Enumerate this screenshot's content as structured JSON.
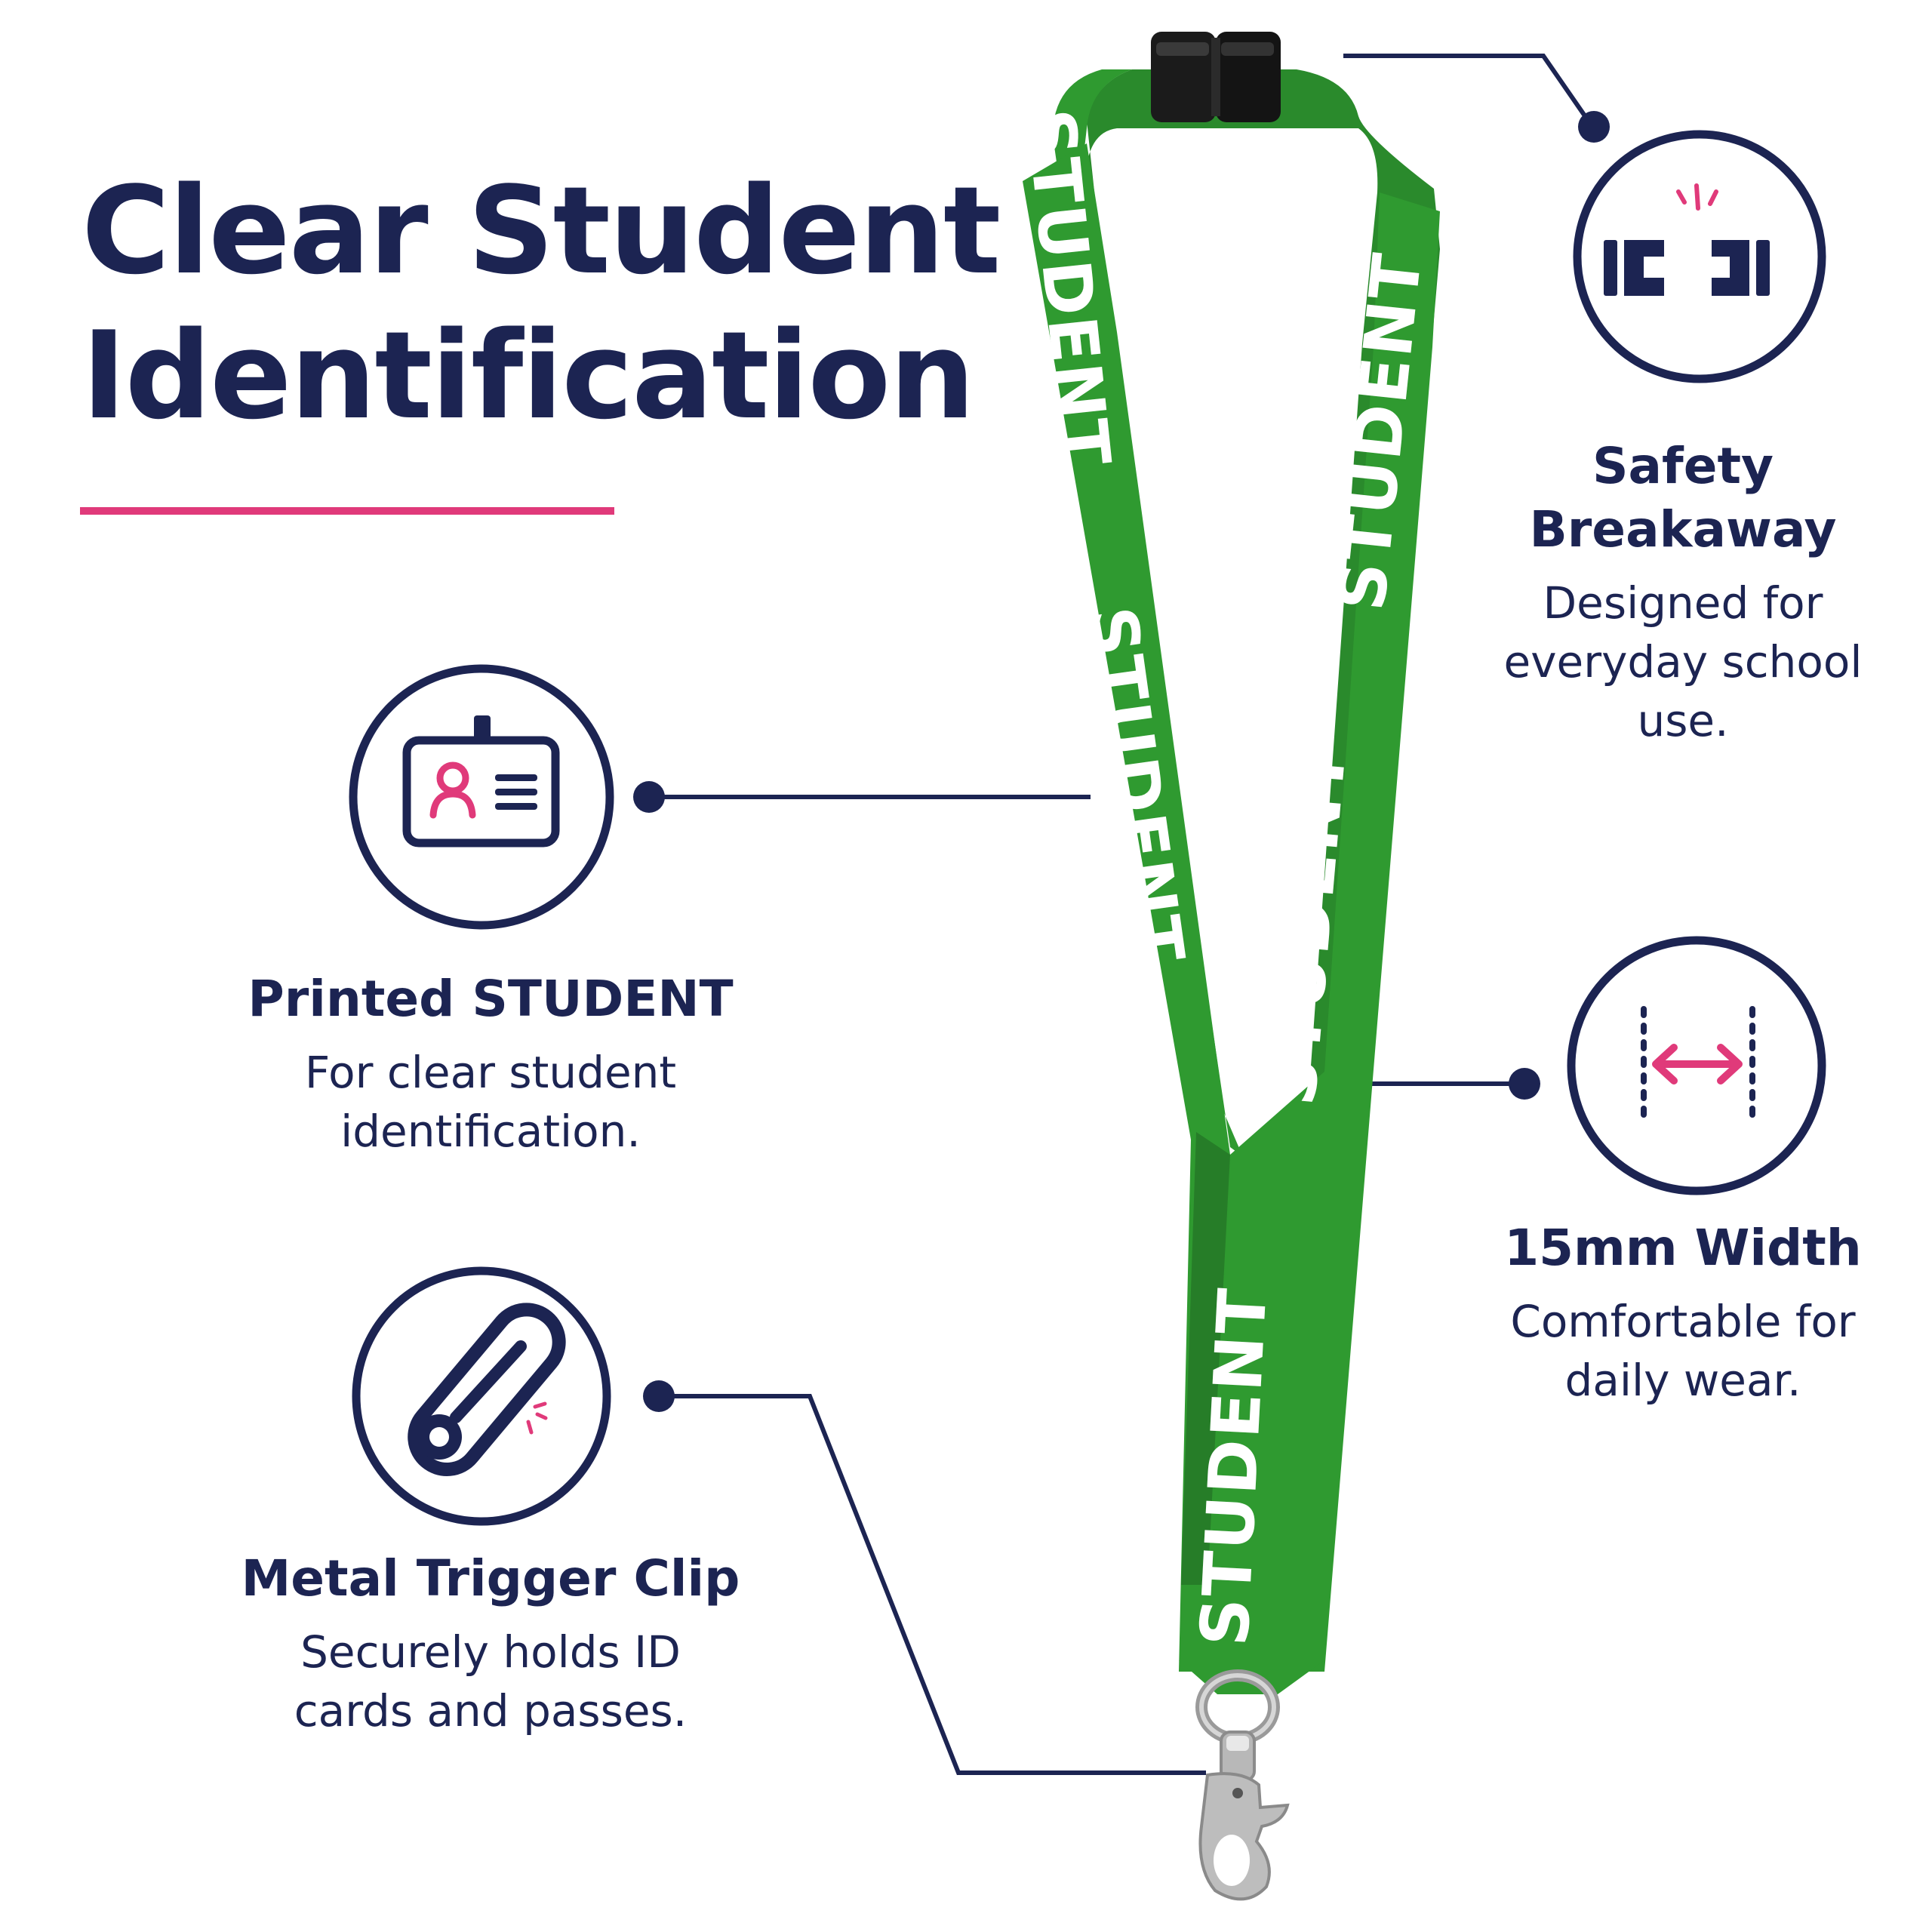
{
  "title": {
    "line1": "Clear Student",
    "line2": "Identification"
  },
  "strap": {
    "print_text": "STUDENT",
    "color": "#2f9a30",
    "text_color": "#ffffff"
  },
  "colors": {
    "navy": "#1c2452",
    "accent": "#e03a7a",
    "background": "#ffffff"
  },
  "features": {
    "printed": {
      "icon": "id-card-icon",
      "heading": "Printed STUDENT",
      "description": [
        "For clear student",
        "identification."
      ]
    },
    "clip": {
      "icon": "carabiner-clip-icon",
      "heading": "Metal Trigger Clip",
      "description": [
        "Securely holds ID",
        "cards and passes."
      ]
    },
    "breakaway": {
      "icon": "breakaway-buckle-icon",
      "heading": [
        "Safety",
        "Breakaway"
      ],
      "description": [
        "Designed for",
        "everyday school",
        "use."
      ]
    },
    "width": {
      "icon": "width-arrows-icon",
      "heading": "15mm Width",
      "description": [
        "Comfortable for",
        "daily wear."
      ]
    }
  }
}
